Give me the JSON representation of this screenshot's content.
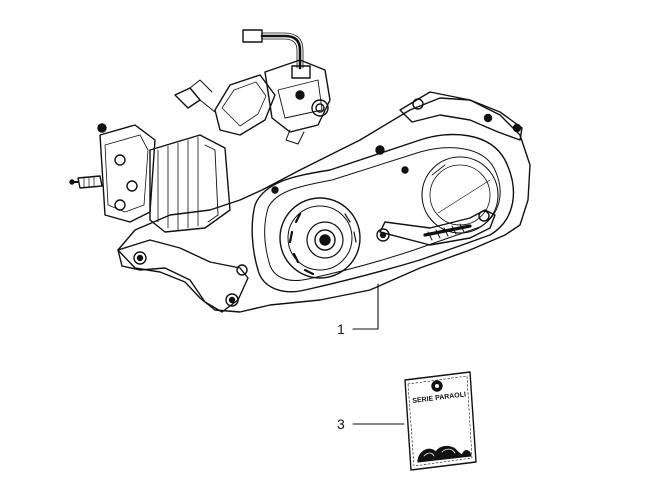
{
  "diagram": {
    "callouts": [
      {
        "id": "1",
        "label": "1"
      },
      {
        "id": "3",
        "label": "3"
      }
    ],
    "card": {
      "text": "SERIE PARAOLI"
    },
    "colors": {
      "line": "#111111",
      "background": "#ffffff"
    }
  }
}
